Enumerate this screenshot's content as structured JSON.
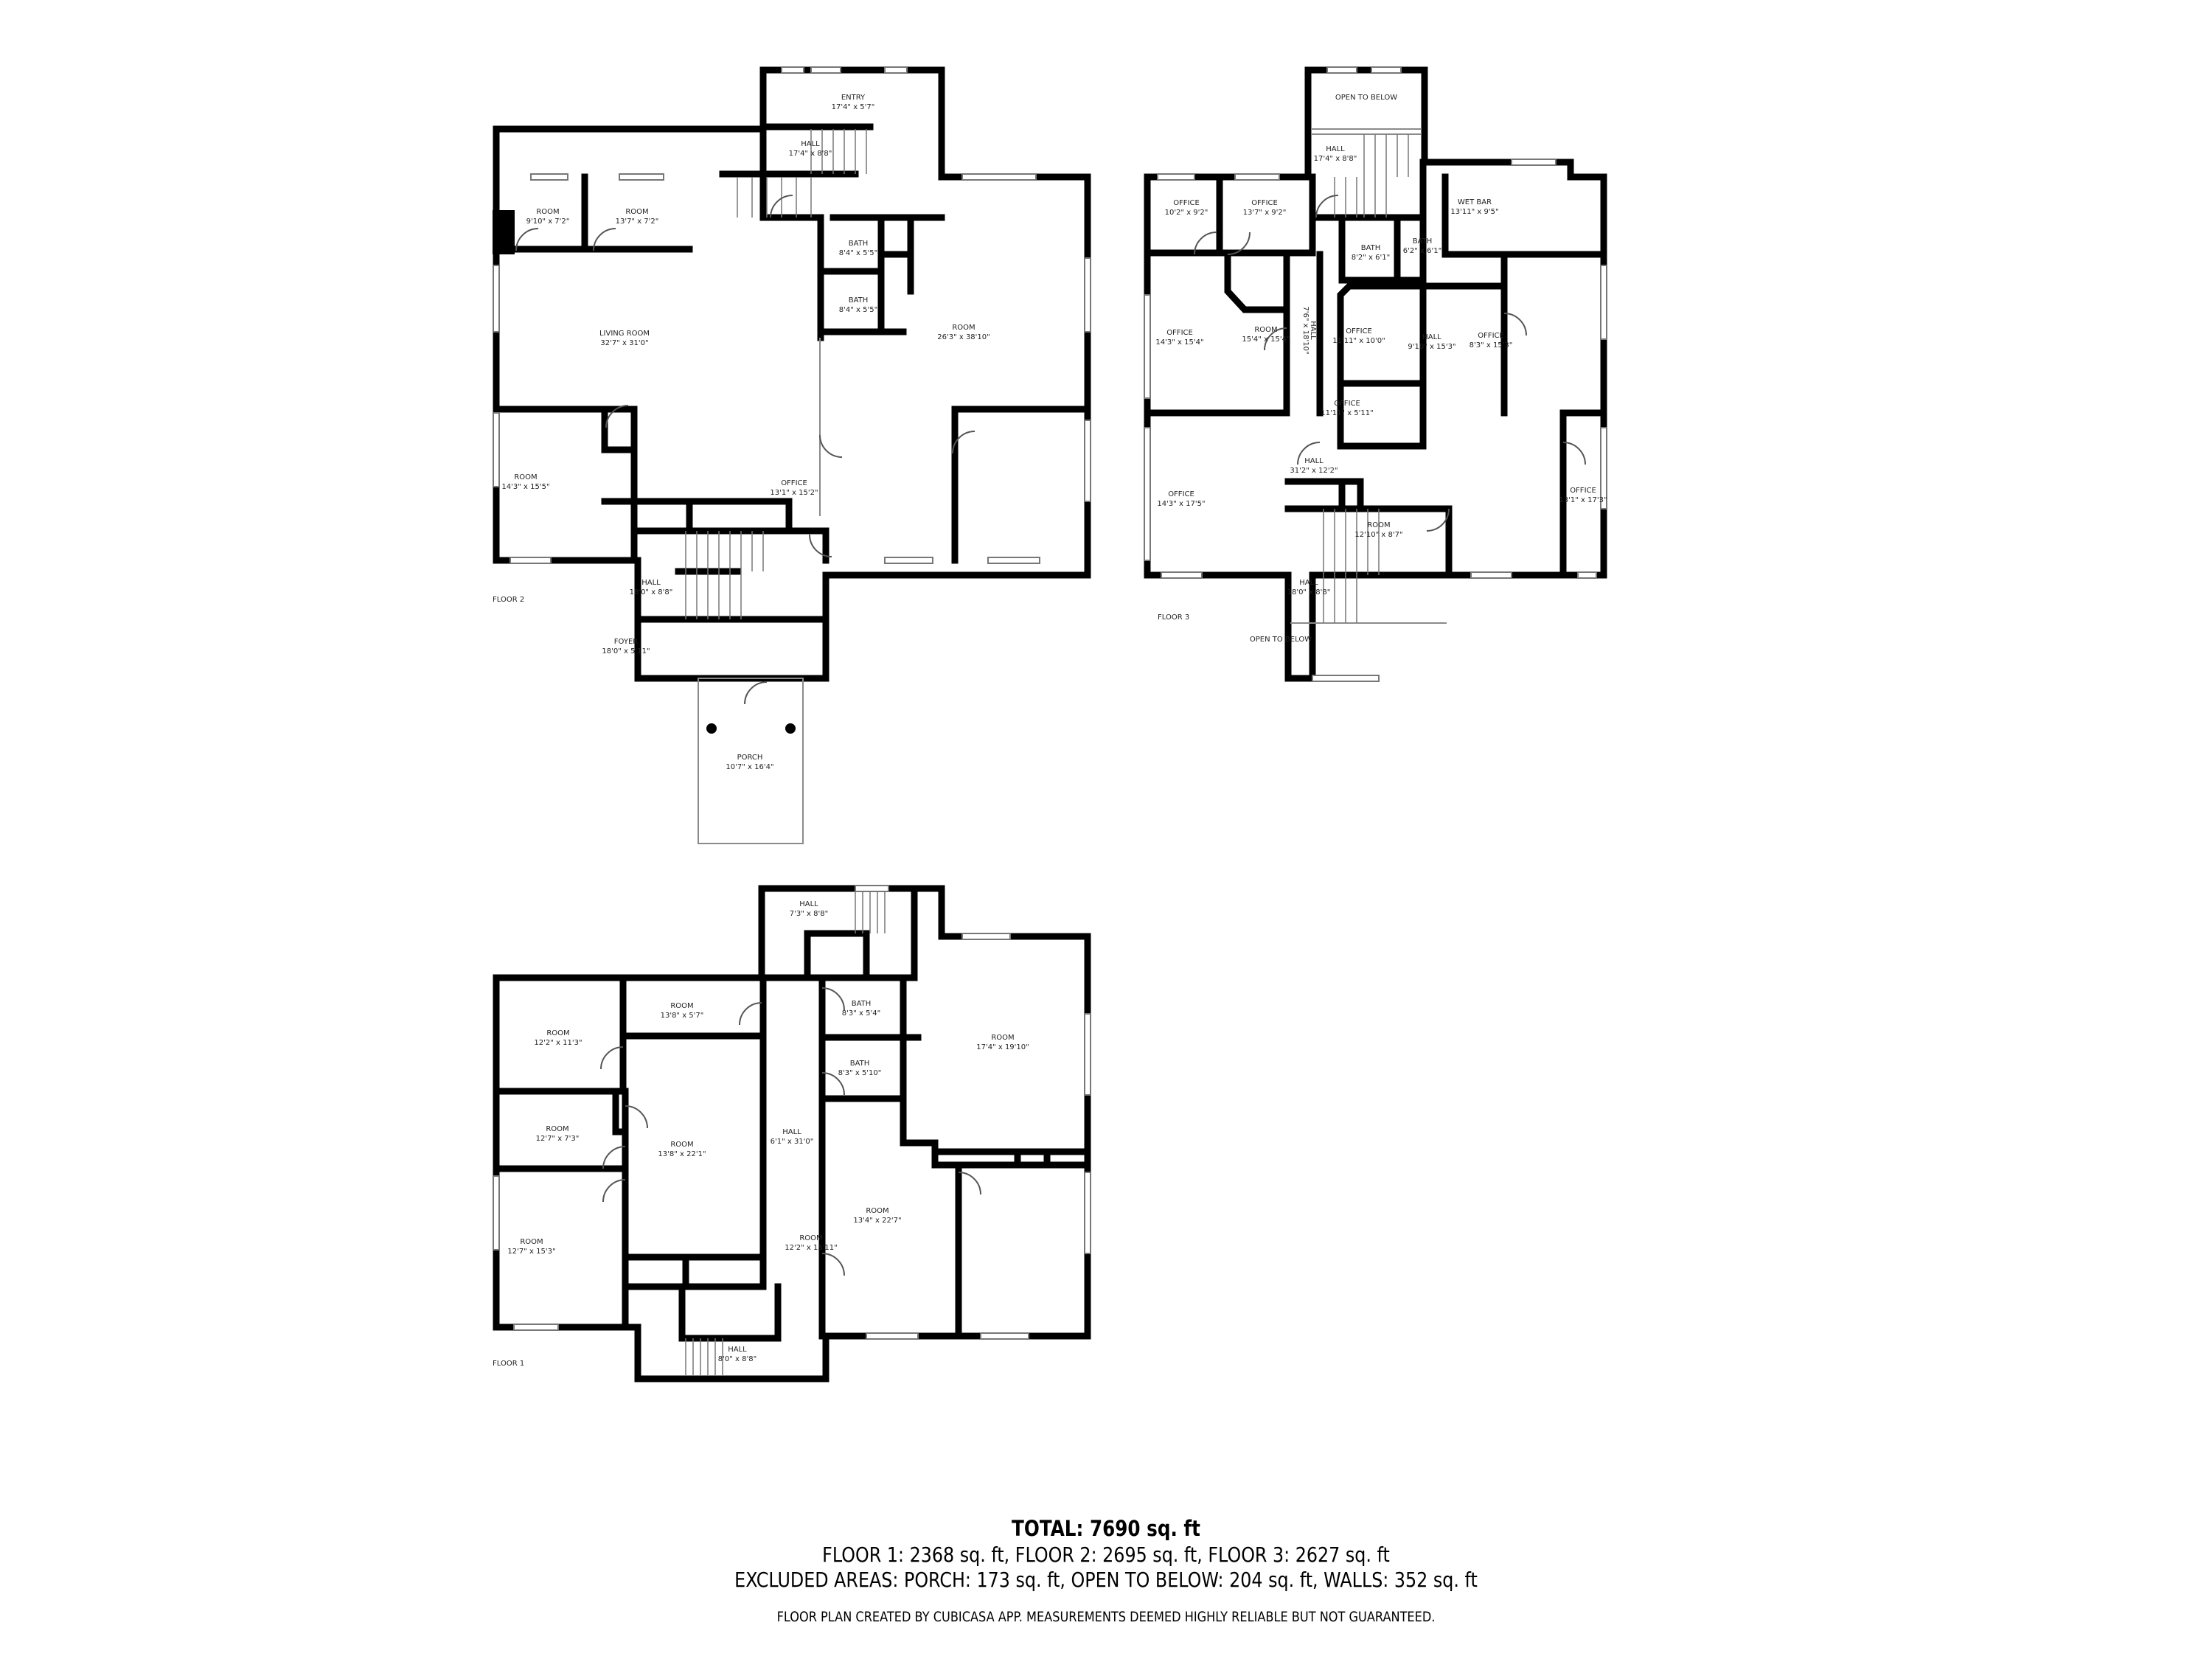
{
  "floor_2": {
    "label": "FLOOR 2",
    "rooms": [
      {
        "name": "ENTRY",
        "dims": "17'4\" x 5'7\""
      },
      {
        "name": "HALL",
        "dims": "17'4\" x 8'8\""
      },
      {
        "name": "ROOM",
        "dims": "9'10\" x 7'2\""
      },
      {
        "name": "ROOM",
        "dims": "13'7\" x 7'2\""
      },
      {
        "name": "BATH",
        "dims": "8'4\" x 5'5\""
      },
      {
        "name": "BATH",
        "dims": "8'4\" x 5'5\""
      },
      {
        "name": "LIVING ROOM",
        "dims": "32'7\" x 31'0\""
      },
      {
        "name": "ROOM",
        "dims": "26'3\" x 38'10\""
      },
      {
        "name": "ROOM",
        "dims": "14'3\" x 15'5\""
      },
      {
        "name": "OFFICE",
        "dims": "13'1\" x 15'2\""
      },
      {
        "name": "HALL",
        "dims": "18'0\" x 8'8\""
      },
      {
        "name": "FOYER",
        "dims": "18'0\" x 5'11\""
      },
      {
        "name": "PORCH",
        "dims": "10'7\" x 16'4\""
      }
    ]
  },
  "floor_3": {
    "label": "FLOOR 3",
    "rooms": [
      {
        "name": "OPEN TO BELOW",
        "dims": ""
      },
      {
        "name": "HALL",
        "dims": "17'4\" x 8'8\""
      },
      {
        "name": "OFFICE",
        "dims": "10'2\" x 9'2\""
      },
      {
        "name": "OFFICE",
        "dims": "13'7\" x 9'2\""
      },
      {
        "name": "WET BAR",
        "dims": "13'11\" x 9'5\""
      },
      {
        "name": "BATH",
        "dims": "8'2\" x 6'1\""
      },
      {
        "name": "BATH",
        "dims": "6'2\" x 6'1\""
      },
      {
        "name": "OFFICE",
        "dims": "14'3\" x 15'4\""
      },
      {
        "name": "ROOM",
        "dims": "15'4\" x 15'4\""
      },
      {
        "name": "HALL",
        "dims": "7'6\" x 18'10\""
      },
      {
        "name": "OFFICE",
        "dims": "11'11\" x 10'0\""
      },
      {
        "name": "HALL",
        "dims": "9'10\" x 15'3\""
      },
      {
        "name": "OFFICE",
        "dims": "8'3\" x 15'3\""
      },
      {
        "name": "OFFICE",
        "dims": "11'11\" x 5'11\""
      },
      {
        "name": "HALL",
        "dims": "31'2\" x 12'2\""
      },
      {
        "name": "OFFICE",
        "dims": "14'3\" x 17'5\""
      },
      {
        "name": "ROOM",
        "dims": "12'10\" x 8'7\""
      },
      {
        "name": "OFFICE",
        "dims": "13'1\" x 17'3\""
      },
      {
        "name": "HALL",
        "dims": "18'0\" x 8'8\""
      },
      {
        "name": "OPEN TO BELOW",
        "dims": ""
      }
    ]
  },
  "floor_1": {
    "label": "FLOOR 1",
    "rooms": [
      {
        "name": "HALL",
        "dims": "7'3\" x 8'8\""
      },
      {
        "name": "ROOM",
        "dims": "12'2\" x 11'3\""
      },
      {
        "name": "ROOM",
        "dims": "13'8\" x 5'7\""
      },
      {
        "name": "BATH",
        "dims": "8'3\" x 5'4\""
      },
      {
        "name": "BATH",
        "dims": "8'3\" x 5'10\""
      },
      {
        "name": "ROOM",
        "dims": "17'4\" x 19'10\""
      },
      {
        "name": "ROOM",
        "dims": "12'7\" x 7'3\""
      },
      {
        "name": "ROOM",
        "dims": "13'8\" x 22'1\""
      },
      {
        "name": "HALL",
        "dims": "6'1\" x 31'0\""
      },
      {
        "name": "ROOM",
        "dims": "13'4\" x 22'7\""
      },
      {
        "name": "ROOM",
        "dims": "12'7\" x 15'3\""
      },
      {
        "name": "ROOM",
        "dims": "12'2\" x 15'11\""
      },
      {
        "name": "HALL",
        "dims": "8'0\" x 8'8\""
      }
    ]
  },
  "summary": {
    "total": "TOTAL: 7690 sq. ft",
    "floors": "FLOOR 1: 2368 sq. ft, FLOOR 2: 2695 sq. ft, FLOOR 3: 2627 sq. ft",
    "excluded": "EXCLUDED AREAS: PORCH: 173 sq. ft, OPEN TO BELOW: 204 sq. ft, WALLS: 352 sq. ft",
    "disclaimer": "FLOOR PLAN CREATED BY CUBICASA APP. MEASUREMENTS DEEMED HIGHLY RELIABLE BUT NOT GUARANTEED."
  }
}
